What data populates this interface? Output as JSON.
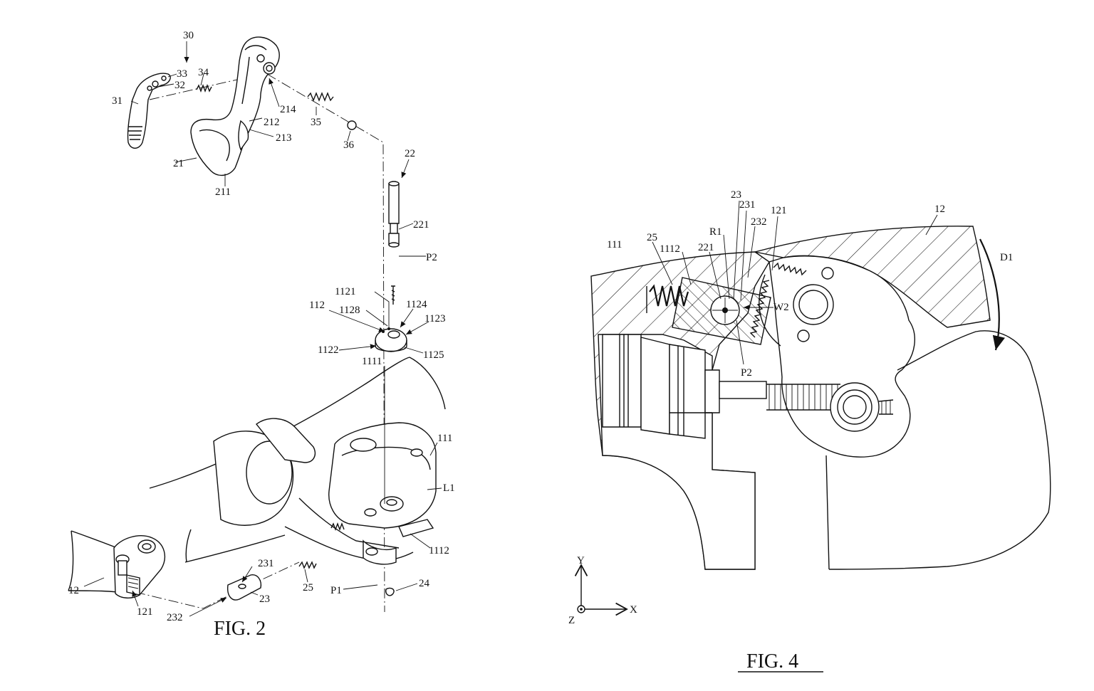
{
  "figures": [
    {
      "id": "fig2",
      "caption": "FIG. 2"
    },
    {
      "id": "fig4",
      "caption": "FIG. 4"
    }
  ],
  "fig2_labels": {
    "l30": "30",
    "l33": "33",
    "l32": "32",
    "l34": "34",
    "l31": "31",
    "l214": "214",
    "l212": "212",
    "l213": "213",
    "l35": "35",
    "l36": "36",
    "l21": "21",
    "l211": "211",
    "l22": "22",
    "l221": "221",
    "lP2": "P2",
    "l1121": "1121",
    "l112": "112",
    "l1128": "1128",
    "l1124": "1124",
    "l1123": "1123",
    "l1122": "1122",
    "l1125": "1125",
    "l1111": "1111",
    "l111": "111",
    "lL1": "L1",
    "l1112": "1112",
    "l231": "231",
    "l25": "25",
    "l12": "12",
    "l23": "23",
    "lP1": "P1",
    "l24": "24",
    "l121": "121",
    "l232": "232"
  },
  "fig4_labels": {
    "l23": "23",
    "l231": "231",
    "l121": "121",
    "l12": "12",
    "lR1": "R1",
    "l232": "232",
    "l25": "25",
    "l221": "221",
    "l111": "111",
    "l1112": "1112",
    "lD1": "D1",
    "lW2": "W2",
    "lP2": "P2"
  },
  "axes": {
    "y": "Y",
    "x": "X",
    "z": "Z"
  }
}
